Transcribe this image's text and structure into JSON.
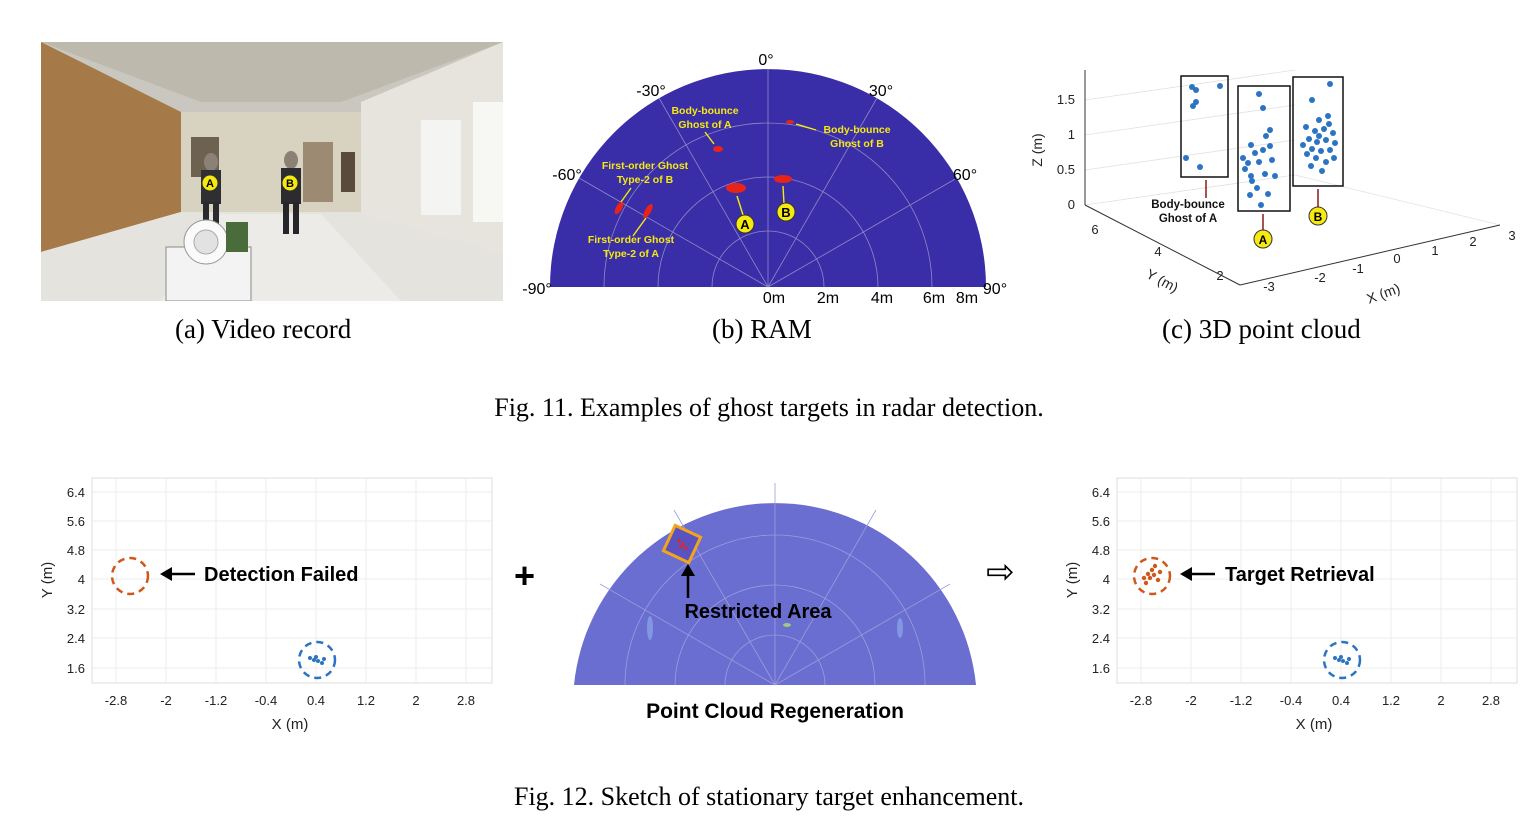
{
  "fig11": {
    "caption": "Fig. 11.  Examples of ghost targets in radar detection.",
    "panel_a": {
      "caption": "(a) Video record",
      "label_a": "A",
      "label_b": "B"
    },
    "panel_b": {
      "caption": "(b) RAM",
      "angles": [
        "0°",
        "-30°",
        "30°",
        "-60°",
        "60°",
        "-90°",
        "90°"
      ],
      "ranges": [
        "0m",
        "2m",
        "4m",
        "6m",
        "8m"
      ],
      "ann_body_a": [
        "Body-bounce",
        "Ghost of A"
      ],
      "ann_body_b": [
        "Body-bounce",
        "Ghost of B"
      ],
      "ann_first_b": [
        "First-order Ghost",
        "Type-2 of B"
      ],
      "ann_first_a": [
        "First-order Ghost",
        "Type-2 of A"
      ],
      "label_a": "A",
      "label_b": "B",
      "colors": {
        "background": "#3a2ea8",
        "target": "#e8241a",
        "annotation": "#f5e90f"
      }
    },
    "panel_c": {
      "caption": "(c) 3D point cloud",
      "zlabel": "Z (m)",
      "ylabel": "Y (m)",
      "xlabel": "X (m)",
      "zticks": [
        "1.5",
        "1",
        "0.5",
        "0"
      ],
      "yticks": [
        "6",
        "4",
        "2"
      ],
      "xticks": [
        "-3",
        "-2",
        "-1",
        "0",
        "1",
        "2",
        "3"
      ],
      "ann_body_a": [
        "Body-bounce",
        "Ghost of A"
      ],
      "label_a": "A",
      "label_b": "B",
      "point_color": "#2b74c4"
    }
  },
  "fig12": {
    "caption": "Fig. 12.  Sketch of stationary target enhancement.",
    "left_plot": {
      "ylabel": "Y (m)",
      "xlabel": "X (m)",
      "yticks": [
        "6.4",
        "5.6",
        "4.8",
        "4",
        "3.2",
        "2.4",
        "1.6"
      ],
      "xticks": [
        "-2.8",
        "-2",
        "-1.2",
        "-0.4",
        "0.4",
        "1.2",
        "2",
        "2.8"
      ],
      "annotation": "Detection Failed"
    },
    "plus": "+",
    "middle": {
      "restricted": "Restricted Area",
      "title": "Point Cloud Regeneration"
    },
    "arrow": "⇨",
    "right_plot": {
      "ylabel": "Y (m)",
      "xlabel": "X (m)",
      "yticks": [
        "6.4",
        "5.6",
        "4.8",
        "4",
        "3.2",
        "2.4",
        "1.6"
      ],
      "xticks": [
        "-2.8",
        "-2",
        "-1.2",
        "-0.4",
        "0.4",
        "1.2",
        "2",
        "2.8"
      ],
      "annotation": "Target Retrieval"
    },
    "colors": {
      "orange": "#d0561c",
      "blue": "#2b74c4"
    }
  }
}
